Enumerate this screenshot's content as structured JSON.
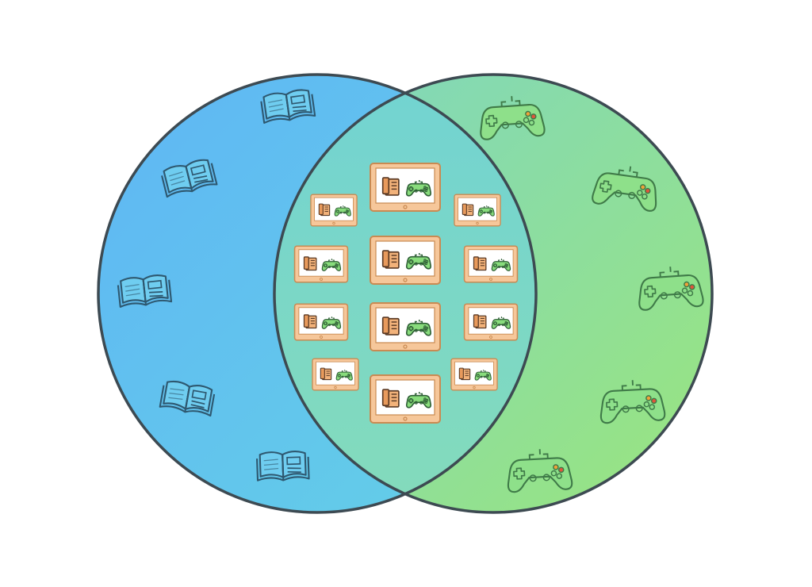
{
  "diagram": {
    "type": "venn",
    "sets": [
      {
        "id": "left",
        "icon": "book-icon",
        "color_start": "#5fb6f5",
        "color_end": "#64d0e6"
      },
      {
        "id": "right",
        "icon": "gamepad-icon",
        "color_start": "#7fd6c0",
        "color_end": "#9ae57d"
      }
    ],
    "intersection": {
      "icon": "tablet-book-gamepad-icon",
      "count": 12
    },
    "left_only_count": 5,
    "right_only_count": 5,
    "colors": {
      "outline": "#3d4a52",
      "book_fill": "#6fcdf0",
      "book_stroke": "#2e5870",
      "gamepad_fill": "#8ee08a",
      "gamepad_stroke": "#3f7a48",
      "tablet_frame": "#f6c79a",
      "tablet_stroke": "#c98a52",
      "tablet_book": "#f2b27a",
      "tablet_pad": "#88dc7c",
      "button_orange": "#f0a13a",
      "button_red": "#e0553b"
    }
  }
}
